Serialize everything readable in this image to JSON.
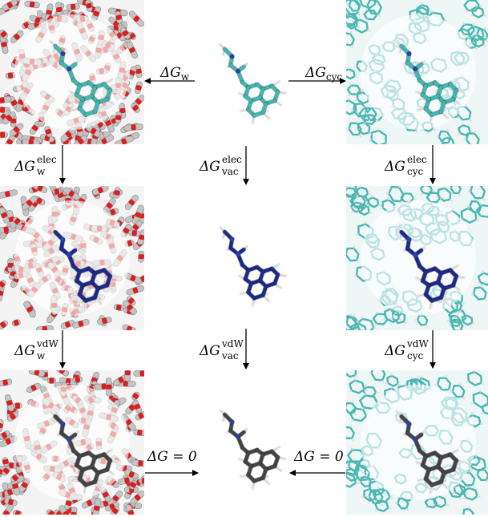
{
  "labels": {
    "top_left": {
      "main": "ΔG",
      "sub": "w",
      "sup": ""
    },
    "top_right": {
      "main": "ΔG",
      "sub": "cyc",
      "sup": ""
    },
    "left_1": {
      "main": "ΔG",
      "sub": "w",
      "sup": "elec"
    },
    "mid_1": {
      "main": "ΔG",
      "sub": "vac",
      "sup": "elec"
    },
    "right_1": {
      "main": "ΔG",
      "sub": "cyc",
      "sup": "elec"
    },
    "left_2": {
      "main": "ΔG",
      "sub": "w",
      "sup": "vdW"
    },
    "mid_2": {
      "main": "ΔG",
      "sub": "vac",
      "sup": "vdW"
    },
    "right_2": {
      "main": "ΔG",
      "sub": "cyc",
      "sup": "vdW"
    },
    "bottom_left": {
      "text": "ΔG = 0"
    },
    "bottom_right": {
      "text": "ΔG = 0"
    }
  },
  "colors": {
    "ligand_full": "#3fb6b0",
    "ligand_elec_off": "#1c2a8a",
    "ligand_vdw_off": "#444444",
    "hydrogen": "#e8e8e8",
    "water_oxygen": "#d91f1f",
    "water_body": "#c4c4c4",
    "cyclohexane": "#49b8b3",
    "sphere_overlay": "#ffffff"
  },
  "panels": [
    {
      "name": "water-full",
      "env": "water",
      "state": "full"
    },
    {
      "name": "vacuum-full",
      "env": "vacuum",
      "state": "full"
    },
    {
      "name": "cyclohexane-full",
      "env": "cyclohexane",
      "state": "full"
    },
    {
      "name": "water-elec-off",
      "env": "water",
      "state": "elec_off"
    },
    {
      "name": "vacuum-elec-off",
      "env": "vacuum",
      "state": "elec_off"
    },
    {
      "name": "cyclohexane-elec-off",
      "env": "cyclohexane",
      "state": "elec_off"
    },
    {
      "name": "water-vdw-off",
      "env": "water",
      "state": "vdw_off"
    },
    {
      "name": "vacuum-vdw-off",
      "env": "vacuum",
      "state": "vdw_off"
    },
    {
      "name": "cyclohexane-vdw-off",
      "env": "cyclohexane",
      "state": "vdw_off"
    }
  ]
}
